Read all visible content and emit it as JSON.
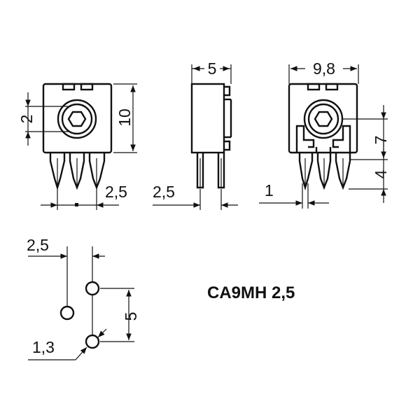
{
  "title": "CA9MH 2,5",
  "front_view": {
    "dim_shaft": "2",
    "dim_height": "10",
    "dim_pitch": "2,5"
  },
  "side_view": {
    "dim_width": "5",
    "dim_pin_offset": "2,5"
  },
  "back_view": {
    "dim_width": "9,8",
    "dim_upper": "7",
    "dim_lower": "4",
    "dim_pin": "1"
  },
  "footprint": {
    "dim_horizontal": "2,5",
    "dim_vertical": "5",
    "dim_hole": "1,3"
  }
}
